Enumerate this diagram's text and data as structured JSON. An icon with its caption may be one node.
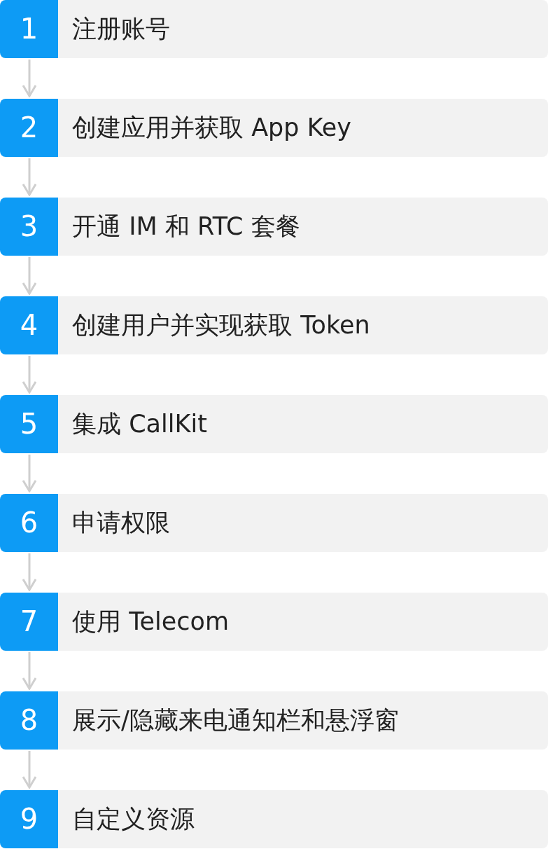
{
  "diagram": {
    "nodes": [
      {
        "text": [
          "1",
          "注册账号"
        ]
      },
      {
        "text": [
          "2",
          "创建应用并获取 App Key"
        ]
      },
      {
        "text": [
          "3",
          "开通 IM 和 RTC 套餐"
        ]
      },
      {
        "text": [
          "4",
          "创建用户并实现获取 Token"
        ]
      },
      {
        "text": [
          "5",
          "集成 CallKit"
        ]
      },
      {
        "text": [
          "6",
          "申请权限"
        ]
      },
      {
        "text": [
          "7",
          "使用 Telecom"
        ]
      },
      {
        "text": [
          "8",
          "展示/隐藏来电通知栏和悬浮窗"
        ]
      },
      {
        "text": [
          "9",
          "自定义资源"
        ]
      }
    ],
    "edges": [
      {
        "from": 0,
        "to": 1,
        "arrow": "to"
      },
      {
        "from": 1,
        "to": 2,
        "arrow": "to"
      },
      {
        "from": 2,
        "to": 3,
        "arrow": "to"
      },
      {
        "from": 3,
        "to": 4,
        "arrow": "to"
      },
      {
        "from": 4,
        "to": 5,
        "arrow": "to"
      },
      {
        "from": 5,
        "to": 6,
        "arrow": "to"
      },
      {
        "from": 6,
        "to": 7,
        "arrow": "to"
      },
      {
        "from": 7,
        "to": 8,
        "arrow": "to"
      }
    ]
  }
}
